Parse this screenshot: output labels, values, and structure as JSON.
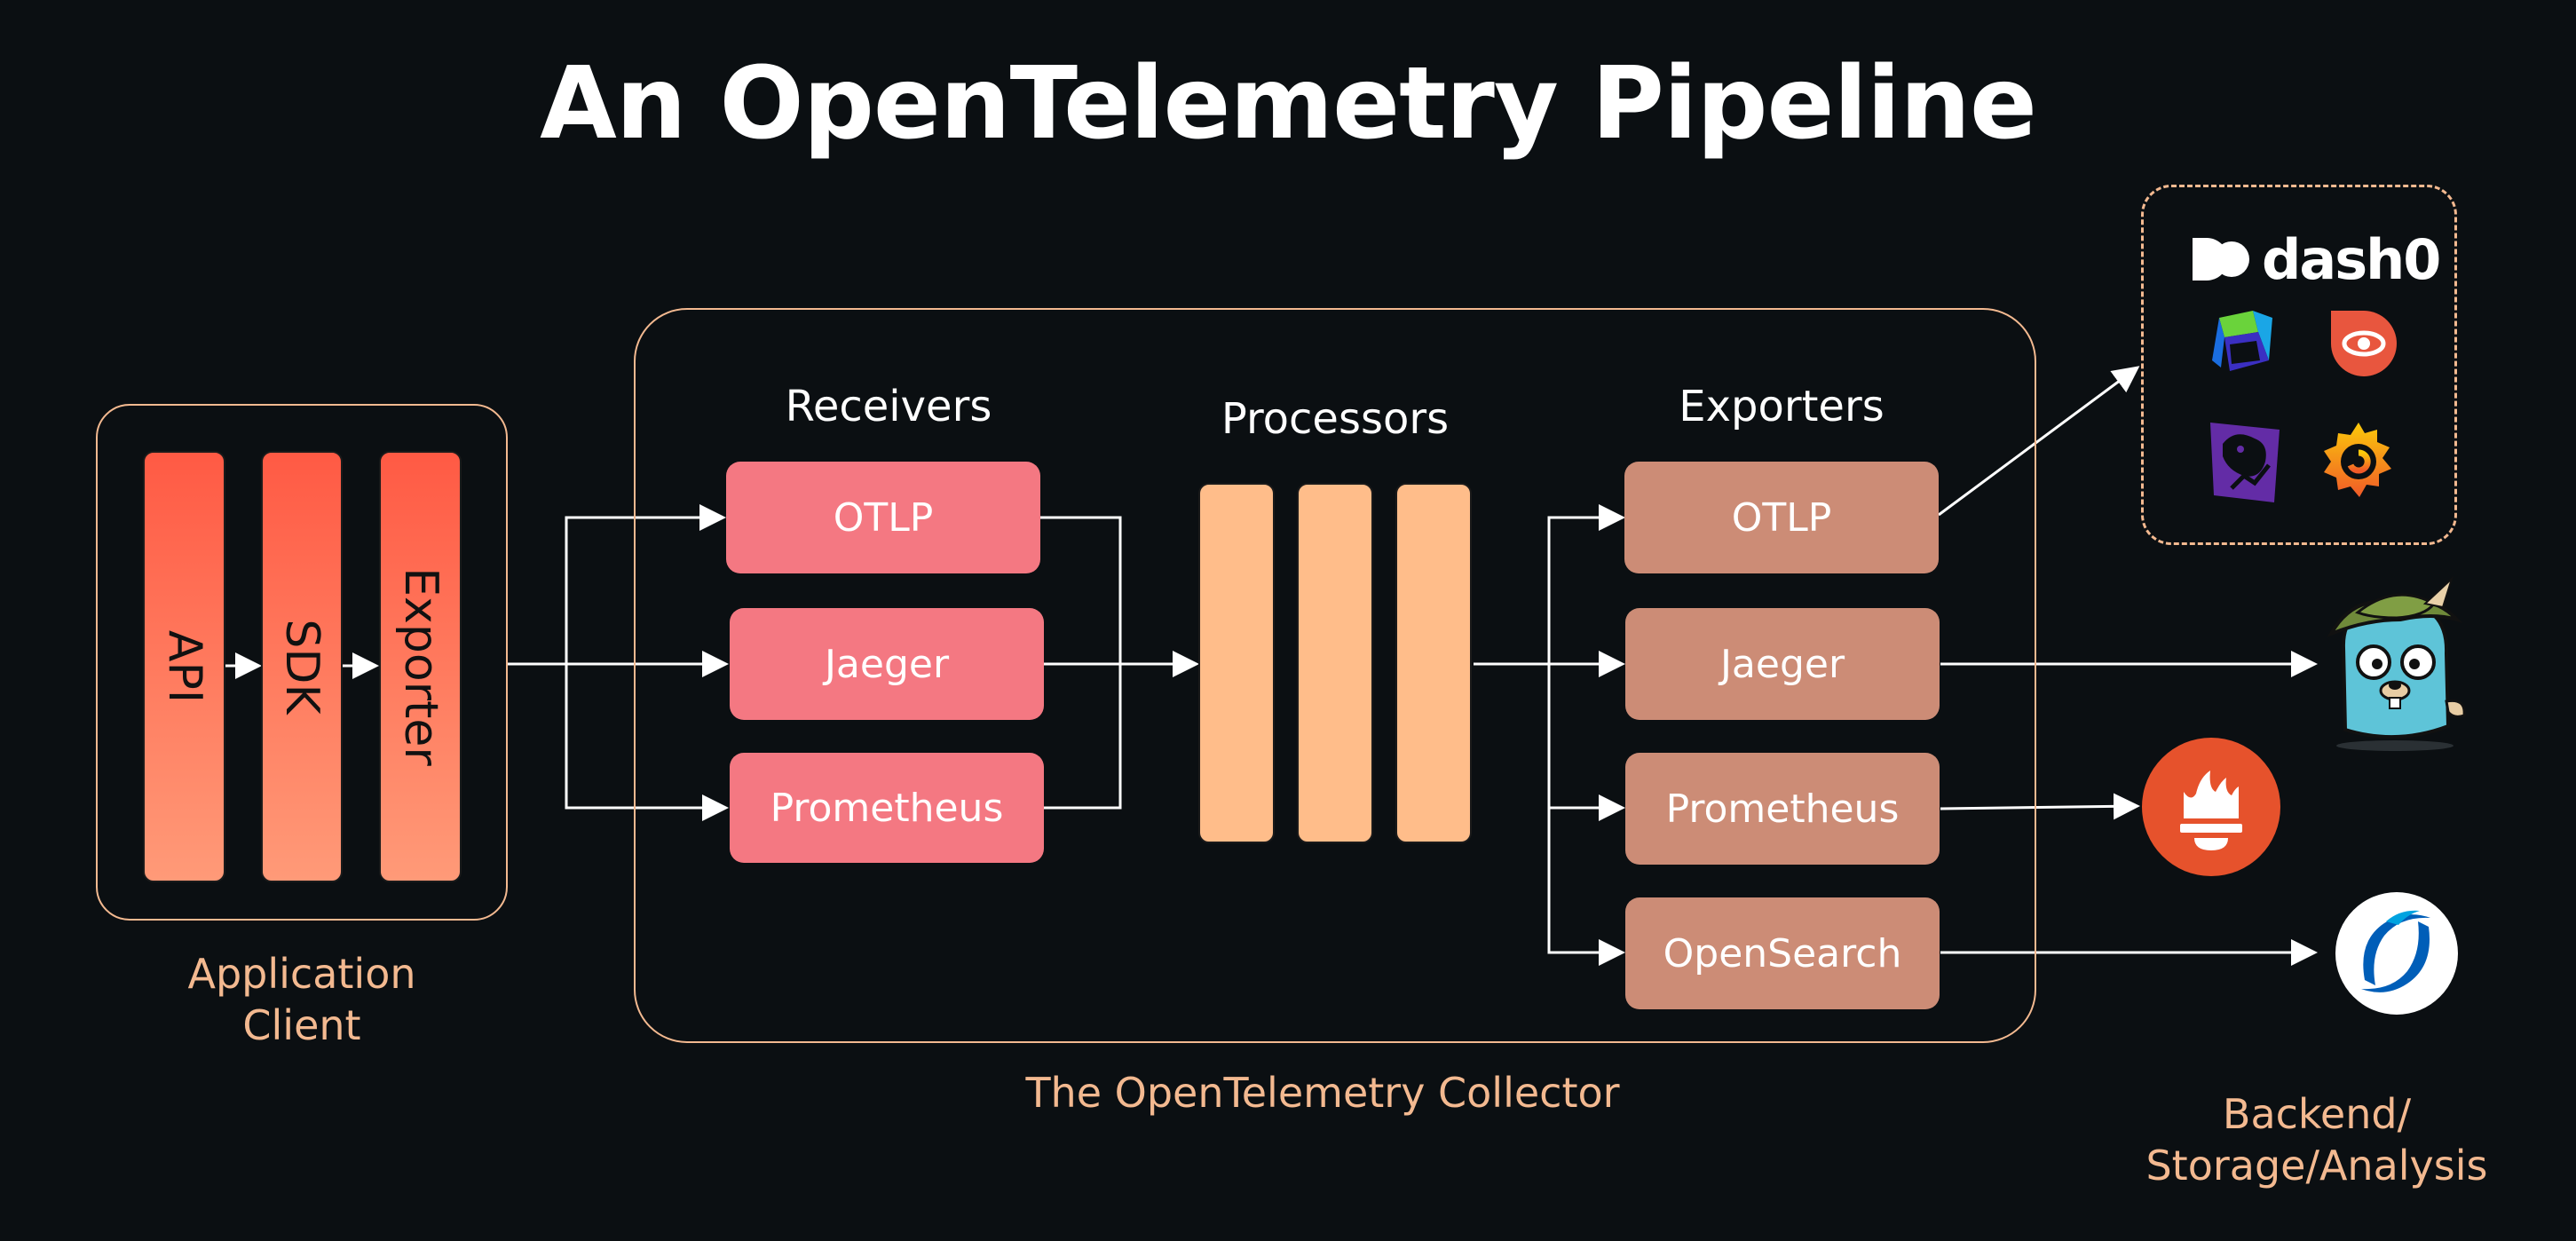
{
  "title": "An OpenTelemetry Pipeline",
  "client": {
    "layers": [
      "API",
      "SDK",
      "Exporter"
    ],
    "caption_line1": "Application",
    "caption_line2": "Client"
  },
  "collector": {
    "caption": "The OpenTelemetry Collector",
    "receivers": {
      "header": "Receivers",
      "items": [
        "OTLP",
        "Jaeger",
        "Prometheus"
      ]
    },
    "processors": {
      "header": "Processors",
      "count": 3
    },
    "exporters": {
      "header": "Exporters",
      "items": [
        "OTLP",
        "Jaeger",
        "Prometheus",
        "OpenSearch"
      ]
    }
  },
  "backends": {
    "caption_line1": "Backend/",
    "caption_line2": "Storage/Analysis",
    "vendor_logos": [
      "dash0",
      "dynatrace-icon",
      "eye-icon",
      "datadog-icon",
      "grafana-icon"
    ],
    "dash0_label": "dash0",
    "logos": [
      "jaeger-gopher-icon",
      "prometheus-icon",
      "opensearch-icon"
    ]
  },
  "colors": {
    "frame": "#f3b990",
    "receiver": "#f47882",
    "processor": "#ffbd8a",
    "exporter": "#cc8c76",
    "background": "#0b0f12"
  }
}
